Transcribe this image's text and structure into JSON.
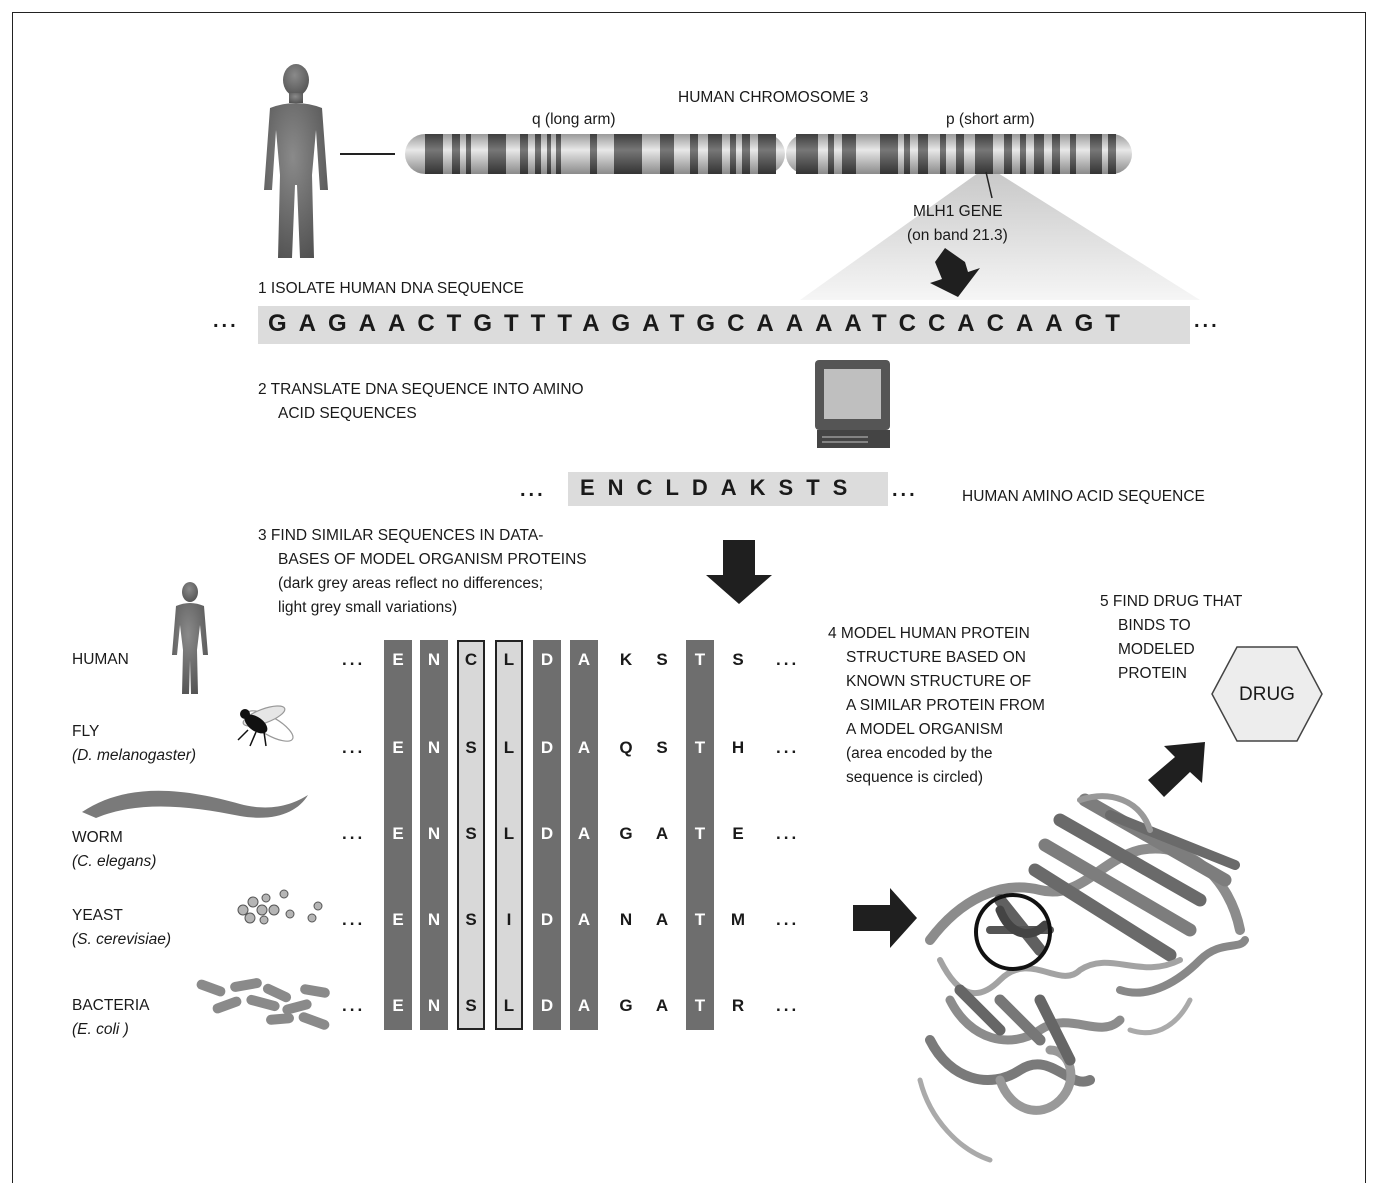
{
  "chromosome": {
    "title": "HUMAN CHROMOSOME 3",
    "q_label": "q (long arm)",
    "p_label": "p (short arm)",
    "gene_label_1": "MLH1 GENE",
    "gene_label_2": "(on band 21.3)"
  },
  "steps": {
    "step1": "1  ISOLATE HUMAN DNA SEQUENCE",
    "step2_line1": "2  TRANSLATE DNA SEQUENCE INTO AMINO",
    "step2_line2": "ACID SEQUENCES",
    "step3_line1": "3  FIND SIMILAR SEQUENCES IN DATA-",
    "step3_line2": "BASES OF MODEL ORGANISM PROTEINS",
    "step3_line3": "(dark grey areas reflect no differences;",
    "step3_line4": "light grey small variations)",
    "step4_line1": "4  MODEL HUMAN PROTEIN",
    "step4_line2": "STRUCTURE BASED ON",
    "step4_line3": "KNOWN STRUCTURE OF",
    "step4_line4": "A SIMILAR PROTEIN FROM",
    "step4_line5": "A MODEL ORGANISM",
    "step4_line6": "(area encoded by the",
    "step4_line7": "sequence is circled)",
    "step5_line1": "5  FIND DRUG THAT",
    "step5_line2": "BINDS TO",
    "step5_line3": "MODELED",
    "step5_line4": "PROTEIN"
  },
  "dna": {
    "lead": "...",
    "sequence": "GAGAACTGTTTAGATGCAAAATCCACAAGT",
    "trail": "..."
  },
  "amino": {
    "lead": "...",
    "sequence": "ENCLDAKSTS",
    "trail": "...",
    "label": "HUMAN AMINO ACID SEQUENCE"
  },
  "organisms": [
    {
      "name": "HUMAN",
      "species": "",
      "letters": [
        "E",
        "N",
        "C",
        "L",
        "D",
        "A",
        "K",
        "S",
        "T",
        "S"
      ]
    },
    {
      "name": "FLY",
      "species": "(D. melanogaster)",
      "letters": [
        "E",
        "N",
        "S",
        "L",
        "D",
        "A",
        "Q",
        "S",
        "T",
        "H"
      ]
    },
    {
      "name": "WORM",
      "species": "(C. elegans)",
      "letters": [
        "E",
        "N",
        "S",
        "L",
        "D",
        "A",
        "G",
        "A",
        "T",
        "E"
      ]
    },
    {
      "name": "YEAST",
      "species": "(S. cerevisiae)",
      "letters": [
        "E",
        "N",
        "S",
        "I",
        "D",
        "A",
        "N",
        "A",
        "T",
        "M"
      ]
    },
    {
      "name": "BACTERIA",
      "species": "(E. coli )",
      "letters": [
        "E",
        "N",
        "S",
        "L",
        "D",
        "A",
        "G",
        "A",
        "T",
        "R"
      ]
    }
  ],
  "row_dots": "...",
  "drug_label": "DRUG",
  "column_shading": [
    "dark",
    "dark",
    "light",
    "light",
    "dark",
    "dark",
    "none",
    "none",
    "dark",
    "none"
  ],
  "colors": {
    "dark_grey": "#6e6e6e",
    "light_grey": "#d8d8d8",
    "sequence_box": "#dcdcdc"
  }
}
